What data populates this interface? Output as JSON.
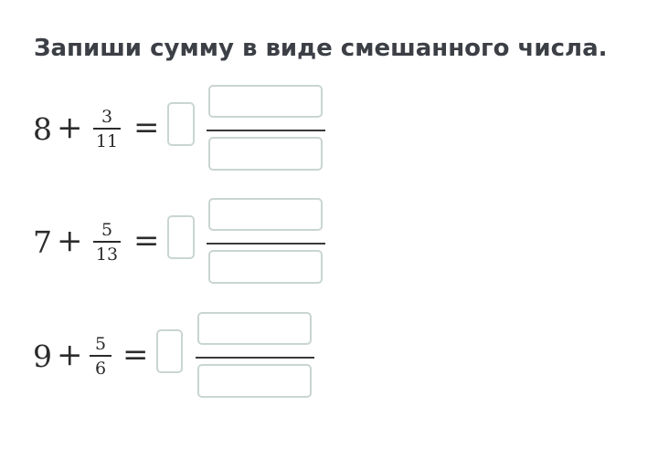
{
  "title": "Запиши сумму в виде смешанного числа.",
  "problems": [
    {
      "whole": "8",
      "plus": "+",
      "numerator": "3",
      "denominator": "11",
      "equals": "="
    },
    {
      "whole": "7",
      "plus": "+",
      "numerator": "5",
      "denominator": "13",
      "equals": "="
    },
    {
      "whole": "9",
      "plus": "+",
      "numerator": "5",
      "denominator": "6",
      "equals": "="
    }
  ],
  "answers": [
    {
      "whole": "",
      "numerator": "",
      "denominator": ""
    },
    {
      "whole": "",
      "numerator": "",
      "denominator": ""
    },
    {
      "whole": "",
      "numerator": "",
      "denominator": ""
    }
  ],
  "colors": {
    "input_border": "#c9d5d2",
    "title": "#3c3f45"
  }
}
